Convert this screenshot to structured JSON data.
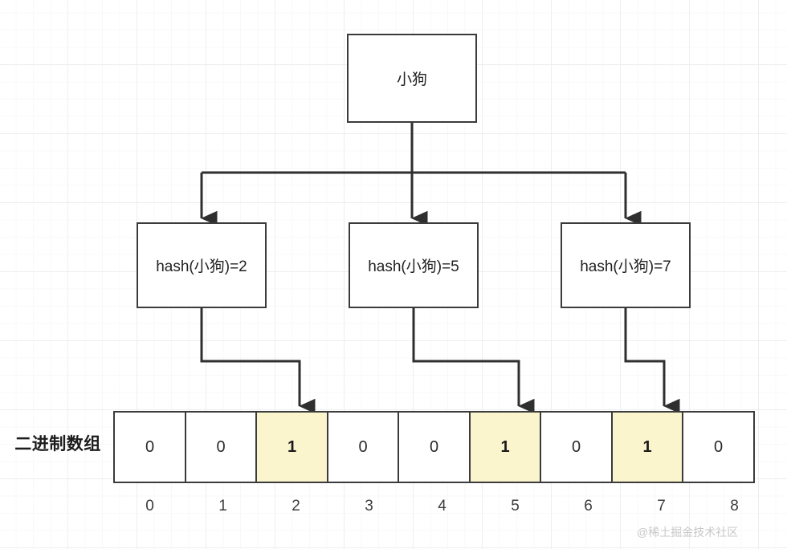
{
  "diagram": {
    "title_node": {
      "label": "小狗"
    },
    "hash_nodes": [
      {
        "label": "hash(小狗)=2",
        "index": 2
      },
      {
        "label": "hash(小狗)=5",
        "index": 5
      },
      {
        "label": "hash(小狗)=7",
        "index": 7
      }
    ],
    "array": {
      "label": "二进制数组",
      "cells": [
        {
          "value": "0",
          "set": false
        },
        {
          "value": "0",
          "set": false
        },
        {
          "value": "1",
          "set": true
        },
        {
          "value": "0",
          "set": false
        },
        {
          "value": "0",
          "set": false
        },
        {
          "value": "1",
          "set": true
        },
        {
          "value": "0",
          "set": false
        },
        {
          "value": "1",
          "set": true
        },
        {
          "value": "0",
          "set": false
        }
      ],
      "indices": [
        "0",
        "1",
        "2",
        "3",
        "4",
        "5",
        "6",
        "7",
        "8"
      ]
    },
    "watermark": "@稀土掘金技术社区",
    "colors": {
      "stroke": "#3b3b3b",
      "highlight_fill": "#fbf5cd",
      "background": "#ffffff",
      "grid_minor": "#f7f8f9",
      "grid_major": "#eceef0",
      "text": "#222222",
      "watermark": "#c8c8c8"
    }
  }
}
